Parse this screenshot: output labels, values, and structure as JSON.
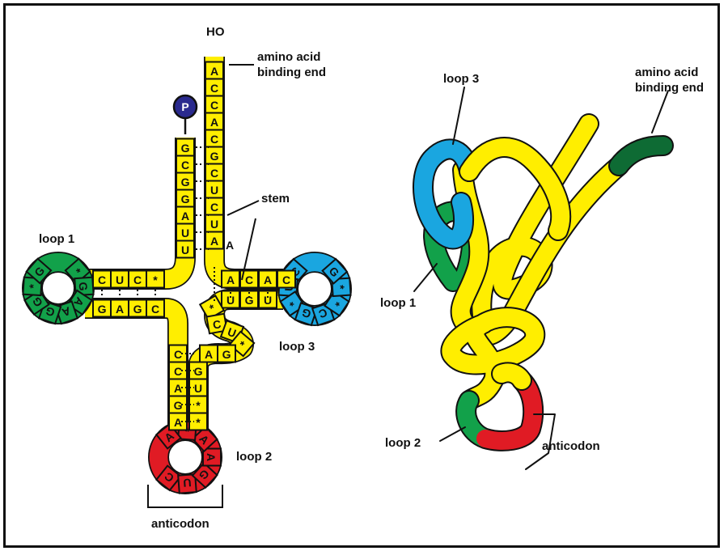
{
  "colors": {
    "stem": "#ffee00",
    "loop1": "#12a14a",
    "loop2": "#e01b24",
    "loop3": "#1aa6e0",
    "amino_end_3d": "#0e6b34",
    "phosphate": "#2a2a8e",
    "outline": "#111111"
  },
  "cloverleaf": {
    "ho_label": "HO",
    "amino_end_label": [
      "amino acid",
      "binding end"
    ],
    "stem_label": "stem",
    "loop1_label": "loop 1",
    "loop2_label": "loop 2",
    "loop3_label": "loop 3",
    "anticodon_label": "anticodon",
    "phosphate_label": "P",
    "acceptor_3prime": [
      "A",
      "C",
      "C",
      "A",
      "C",
      "G",
      "C",
      "U",
      "C",
      "U",
      "A"
    ],
    "acceptor_5prime": [
      "G",
      "C",
      "G",
      "G",
      "A",
      "U",
      "U"
    ],
    "extra_base": "A",
    "d_stem_top": [
      "C",
      "U",
      "C",
      "*"
    ],
    "d_stem_bottom": [
      "G",
      "A",
      "G",
      "C"
    ],
    "d_loop": [
      "*",
      "G",
      "A",
      "A",
      "G",
      "G",
      "*",
      "G"
    ],
    "t_stem_top": [
      "A",
      "C",
      "A",
      "C"
    ],
    "t_stem_bottom": [
      "U",
      "G",
      "U"
    ],
    "t_loop": [
      "C",
      "U",
      "*",
      "G",
      "C",
      "*",
      "*",
      "G"
    ],
    "variable_loop": [
      "*",
      "C",
      "U",
      "*",
      "G",
      "A"
    ],
    "ac_stem_left": [
      "C",
      "C",
      "A",
      "G",
      "A"
    ],
    "ac_stem_right": [
      "G",
      "U",
      "*",
      "*"
    ],
    "ac_loop": [
      "C",
      "U",
      "G",
      "A",
      "A",
      "*",
      "A"
    ]
  },
  "tertiary": {
    "loop3_label": "loop 3",
    "amino_end_label": [
      "amino acid",
      "binding end"
    ],
    "loop1_label": "loop 1",
    "loop2_label": "loop 2",
    "anticodon_label": "anticodon"
  }
}
